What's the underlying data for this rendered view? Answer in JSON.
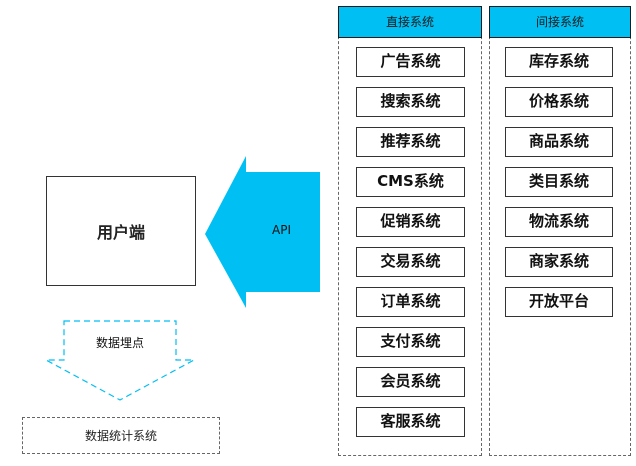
{
  "direct": {
    "header": "直接系统",
    "items": [
      "广告系统",
      "搜索系统",
      "推荐系统",
      "CMS系统",
      "促销系统",
      "交易系统",
      "订单系统",
      "支付系统",
      "会员系统",
      "客服系统"
    ]
  },
  "indirect": {
    "header": "间接系统",
    "items": [
      "库存系统",
      "价格系统",
      "商品系统",
      "类目系统",
      "物流系统",
      "商家系统",
      "开放平台"
    ]
  },
  "user_end": "用户端",
  "api_label": "API",
  "tracking_label": "数据埋点",
  "stats_label": "数据统计系统",
  "colors": {
    "accent": "#00bff3",
    "border": "#333333"
  }
}
